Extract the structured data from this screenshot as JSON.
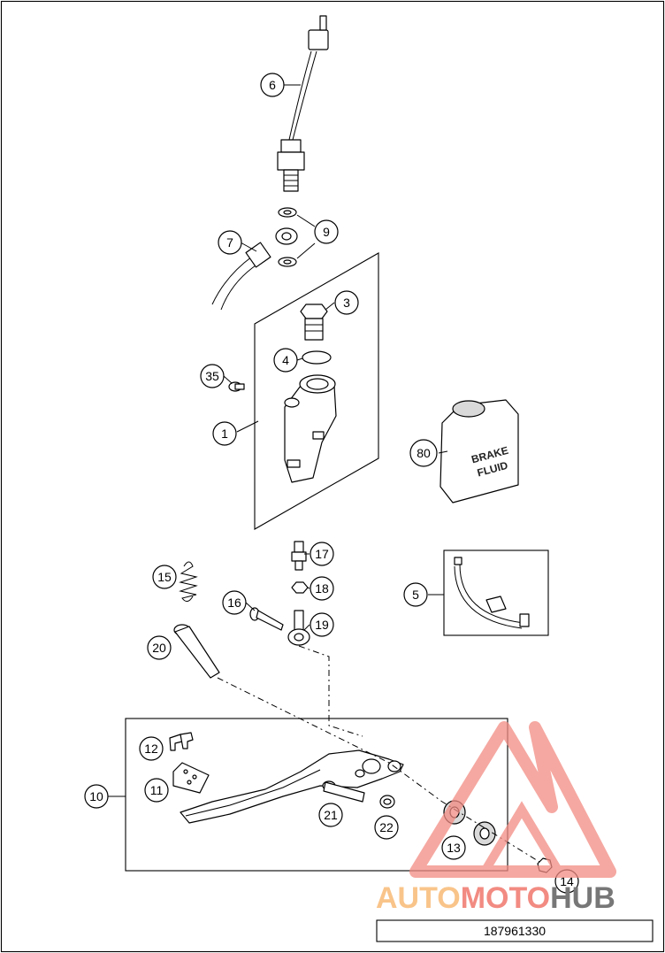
{
  "document_number": "187961330",
  "callouts": [
    {
      "id": "1",
      "label": "1"
    },
    {
      "id": "3",
      "label": "3"
    },
    {
      "id": "4",
      "label": "4"
    },
    {
      "id": "5",
      "label": "5"
    },
    {
      "id": "6",
      "label": "6"
    },
    {
      "id": "7",
      "label": "7"
    },
    {
      "id": "9",
      "label": "9"
    },
    {
      "id": "10",
      "label": "10"
    },
    {
      "id": "11",
      "label": "11"
    },
    {
      "id": "12",
      "label": "12"
    },
    {
      "id": "13",
      "label": "13"
    },
    {
      "id": "14",
      "label": "14"
    },
    {
      "id": "15",
      "label": "15"
    },
    {
      "id": "16",
      "label": "16"
    },
    {
      "id": "17",
      "label": "17"
    },
    {
      "id": "18",
      "label": "18"
    },
    {
      "id": "19",
      "label": "19"
    },
    {
      "id": "20",
      "label": "20"
    },
    {
      "id": "21",
      "label": "21"
    },
    {
      "id": "22",
      "label": "22"
    },
    {
      "id": "35",
      "label": "35"
    },
    {
      "id": "80",
      "label": "80"
    }
  ],
  "brake_fluid_label": {
    "line1": "BRAKE",
    "line2": "FLUID"
  },
  "watermark": {
    "part1": "AUTO",
    "part2": "MOTO",
    "part3": "HUB",
    "color_red": "#f28b82",
    "color_orange": "#f9c48a",
    "color_grey": "#777777"
  },
  "colors": {
    "line": "#000000",
    "background": "#ffffff"
  }
}
